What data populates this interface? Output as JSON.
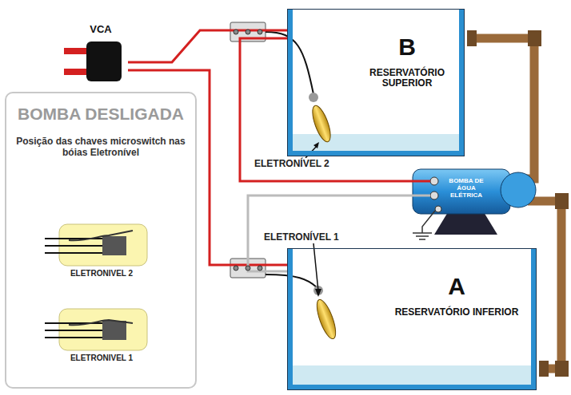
{
  "diagram": {
    "nodes": [
      {
        "text": [
          "VCA"
        ]
      },
      {
        "text": [
          "B",
          "RESERVATÓRIO SUPERIOR"
        ]
      },
      {
        "text": [
          "BOMBA DESLIGADA",
          "Posição das chaves microswitch nas bóias Eletronível"
        ]
      },
      {
        "text": [
          "ELETRONIVEL 2"
        ],
        "in": 2
      },
      {
        "text": [
          "ELETRONIVEL 1"
        ],
        "in": 2
      },
      {
        "text": [
          "BOMBA DE ÁGUA ELÉTRICA"
        ]
      },
      {
        "text": [
          "A",
          "RESERVATÓRIO INFERIOR"
        ]
      }
    ],
    "edges": [
      {
        "from": 0,
        "to": 1,
        "arrow": "none"
      },
      {
        "from": 0,
        "to": 6,
        "arrow": "none"
      },
      {
        "from": 1,
        "to": 5,
        "arrow": "none"
      },
      {
        "from": 6,
        "to": 5,
        "arrow": "none"
      }
    ],
    "labels": [
      "ELETRONÍVEL 2",
      "ELETRONÍVEL 1"
    ]
  }
}
